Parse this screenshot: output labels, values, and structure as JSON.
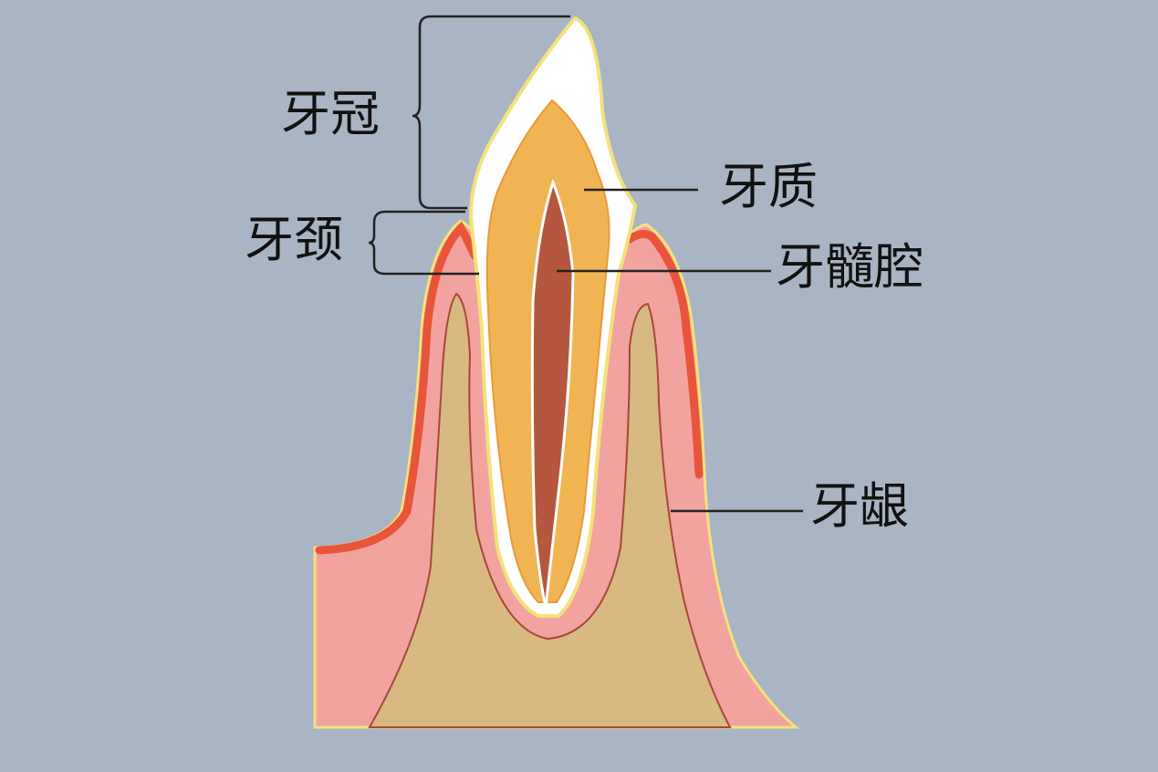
{
  "labels": {
    "crown": "牙冠",
    "neck": "牙颈",
    "dentin": "牙质",
    "pulp_cavity": "牙髓腔",
    "gum": "牙龈"
  },
  "colors": {
    "background": "#a9b4c4",
    "gum": "#f2a3a0",
    "gum_edge": "#e8553a",
    "bone": "#d8b982",
    "enamel": "#ffffff",
    "dentin": "#f0b552",
    "pulp": "#b5573e",
    "outline": "#f3e27a",
    "leader_line": "#222222"
  }
}
